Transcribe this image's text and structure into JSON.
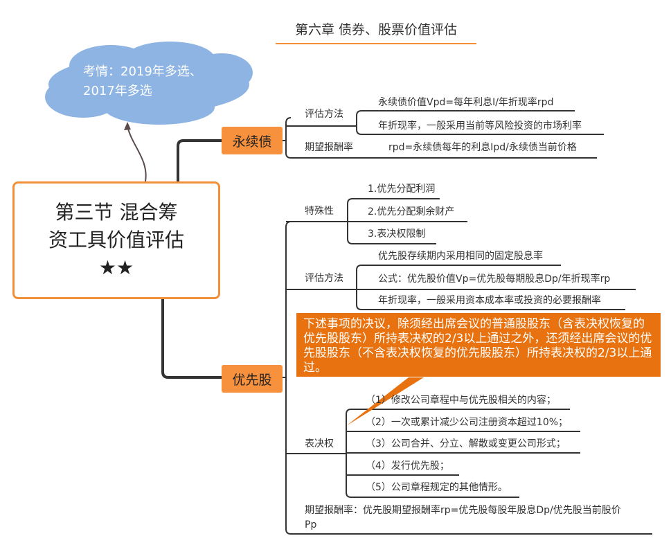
{
  "chapter_title": "第六章 债券、股票价值评估",
  "exam_note": {
    "line1": "考情：2019年多选、",
    "line2": "2017年多选"
  },
  "center": {
    "line1": "第三节 混合筹",
    "line2": "资工具价值评估",
    "stars": "★★"
  },
  "colors": {
    "node": "#f7913d",
    "border": "#f0913a",
    "callout": "#e8720f",
    "cloud": "#8eb4e3",
    "line": "#333333"
  },
  "perpetual": {
    "label": "永续债",
    "valuation": {
      "label": "评估方法",
      "items": [
        "永续债价值Vpd=每年利息I/年折现率rpd",
        "年折现率，一般采用当前等风险投资的市场利率"
      ]
    },
    "expected_return": {
      "label": "期望报酬率",
      "formula": "rpd=永续债每年的利息Ipd/永续债当前价格"
    }
  },
  "preferred": {
    "label": "优先股",
    "features": {
      "label": "特殊性",
      "items": [
        "1.优先分配利润",
        "2.优先分配剩余财产",
        "3.表决权限制"
      ]
    },
    "valuation": {
      "label": "评估方法",
      "items": [
        "优先股存续期内采用相同的固定股息率",
        "公式：优先股价值Vp=优先股每期股息Dp/年折现率rp",
        "年折现率，一般采用资本成本率或投资的必要报酬率"
      ]
    },
    "callout": "下述事项的决议，除须经出席会议的普通股股东（含表决权恢复的优先股股东）所持表决权的2/3以上通过之外，还须经出席会议的优先股股东（不含表决权恢复的优先股股东）所持表决权的2/3以上通过。",
    "voting": {
      "label": "表决权",
      "items": [
        "（1）修改公司章程中与优先股相关的内容；",
        "（2）一次或累计减少公司注册资本超过10%；",
        "（3）公司合并、分立、解散或变更公司形式；",
        "（4）发行优先股；",
        "（5）公司章程规定的其他情形。"
      ]
    },
    "expected_return": {
      "line1": "期望报酬率：优先股期望报酬率rp=优先股每股年股息Dp/优先股当前股价",
      "line2": "Pp"
    }
  }
}
